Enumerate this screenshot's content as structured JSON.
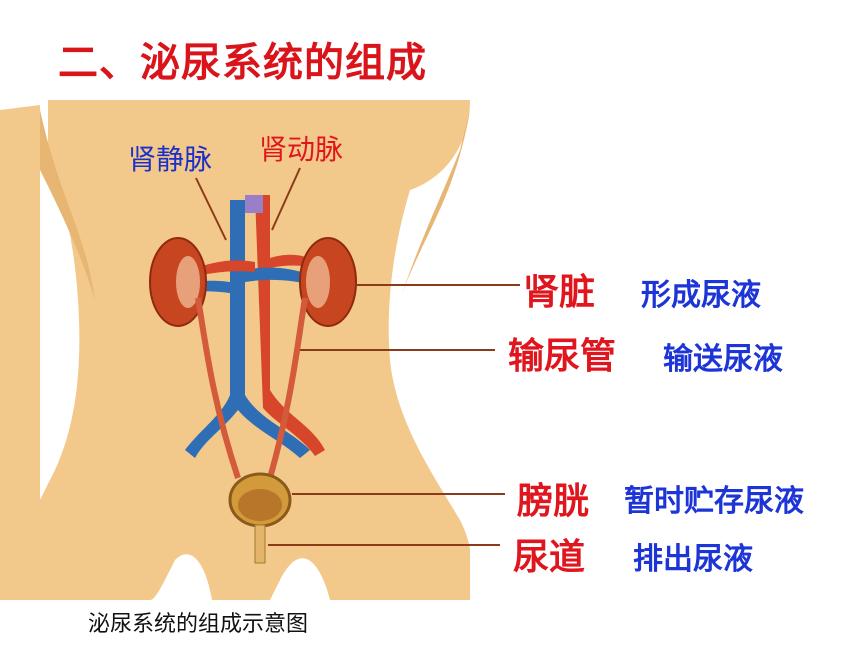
{
  "title": "二、泌尿系统的组成",
  "labels": {
    "renal_vein": "肾静脉",
    "renal_artery": "肾动脉"
  },
  "organs": [
    {
      "name": "肾脏",
      "function": "形成尿液"
    },
    {
      "name": "输尿管",
      "function": "输送尿液"
    },
    {
      "name": "膀胱",
      "function": "暂时贮存尿液"
    },
    {
      "name": "尿道",
      "function": "排出尿液"
    }
  ],
  "caption": "泌尿系统的组成示意图",
  "colors": {
    "title": "#d9141b",
    "organ_label": "#e0161e",
    "function_label": "#1d35d6",
    "body_skin": "#f3c98b",
    "vein": "#2f6eb5",
    "artery": "#d7452a",
    "kidney": "#c8461f",
    "pointer_line": "#8b3a1a"
  }
}
